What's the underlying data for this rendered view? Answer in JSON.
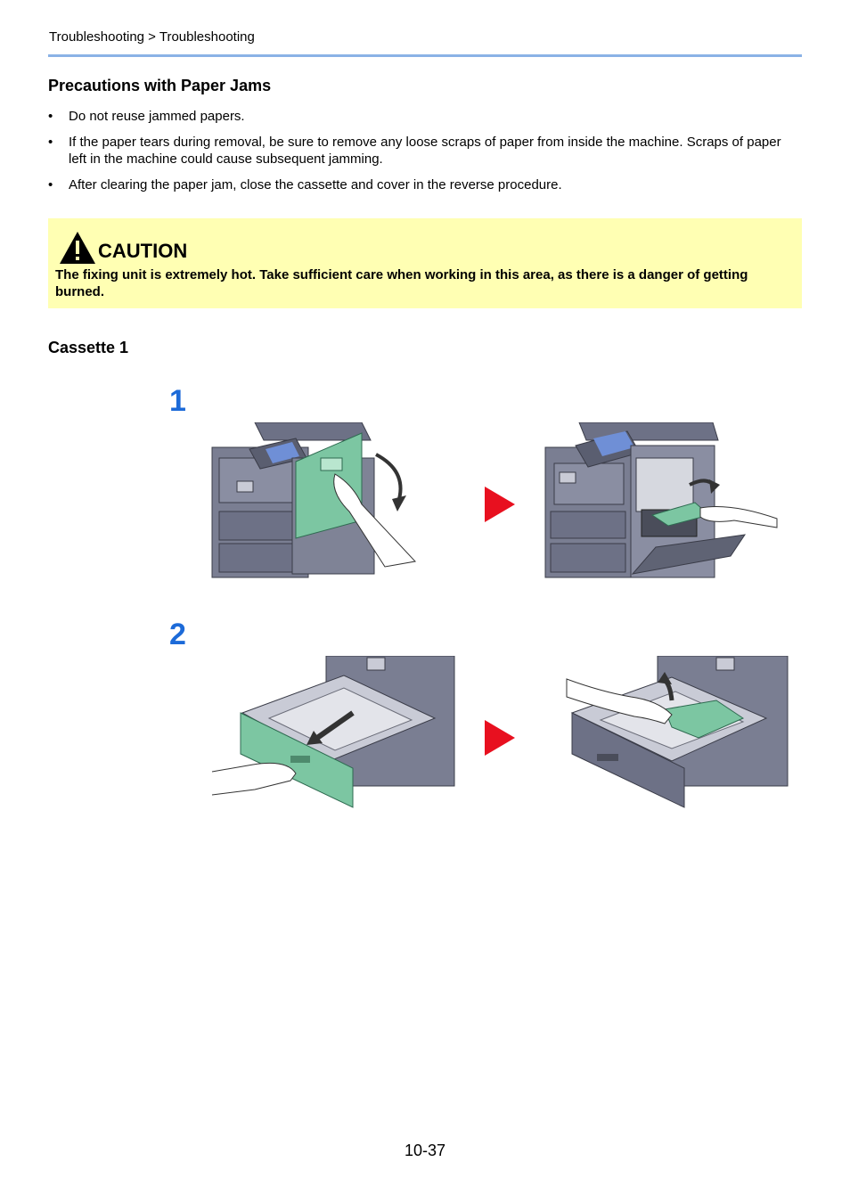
{
  "header": {
    "breadcrumb": "Troubleshooting > Troubleshooting"
  },
  "precautions": {
    "title": "Precautions with Paper Jams",
    "items": [
      "Do not reuse jammed papers.",
      "If the paper tears during removal, be sure to remove any loose scraps of paper from inside the machine. Scraps of paper left in the machine could cause subsequent jamming.",
      "After clearing the paper jam, close the cassette and cover in the reverse procedure."
    ]
  },
  "caution": {
    "title": "CAUTION",
    "text": "The fixing unit is extremely hot. Take sufficient care when working in this area, as there is a danger of getting burned."
  },
  "cassette": {
    "title": "Cassette 1",
    "steps": [
      {
        "number": "1"
      },
      {
        "number": "2"
      }
    ]
  },
  "colors": {
    "accent_blue": "#1c6ad8",
    "rule_blue": "#8ab2e6",
    "caution_bg": "#ffffb3",
    "arrow_red": "#e8101f",
    "printer_gray": "#6d7186",
    "cover_green": "#7cc6a2"
  },
  "icons": [
    "warning-triangle-icon",
    "next-step-arrow-icon"
  ],
  "footer": {
    "page_number": "10-37"
  }
}
